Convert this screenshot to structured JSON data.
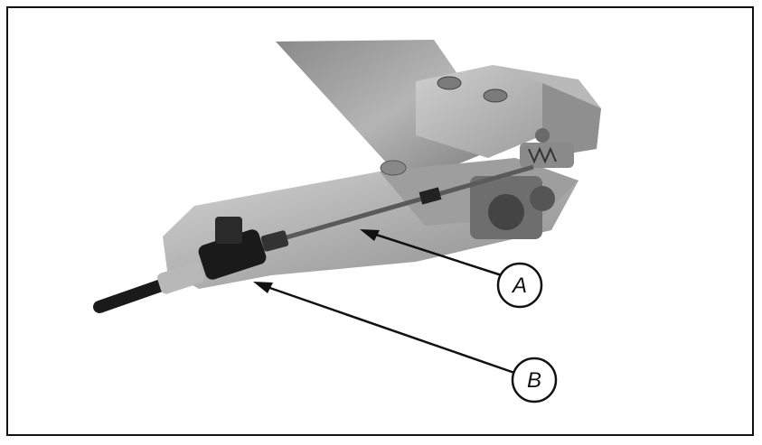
{
  "figure": {
    "callouts": [
      {
        "id": "A",
        "label": "A",
        "target": "cable"
      },
      {
        "id": "B",
        "label": "B",
        "target": "cable-clamp"
      }
    ]
  },
  "colors": {
    "frame": "#111111",
    "metal_light": "#c9c9c9",
    "metal_mid": "#9a9a9a",
    "metal_dark": "#555555",
    "black_part": "#1a1a1a"
  }
}
